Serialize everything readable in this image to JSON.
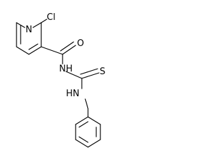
{
  "molecule": {
    "atoms": {
      "ring_n": "N",
      "chlorine": "Cl",
      "carbonyl_o": "O",
      "amide_nh": "NH",
      "thione_s": "S",
      "benzyl_nh": "HN"
    }
  },
  "colors": {
    "bond": "#000000",
    "text": "#000000",
    "background": "#ffffff"
  }
}
